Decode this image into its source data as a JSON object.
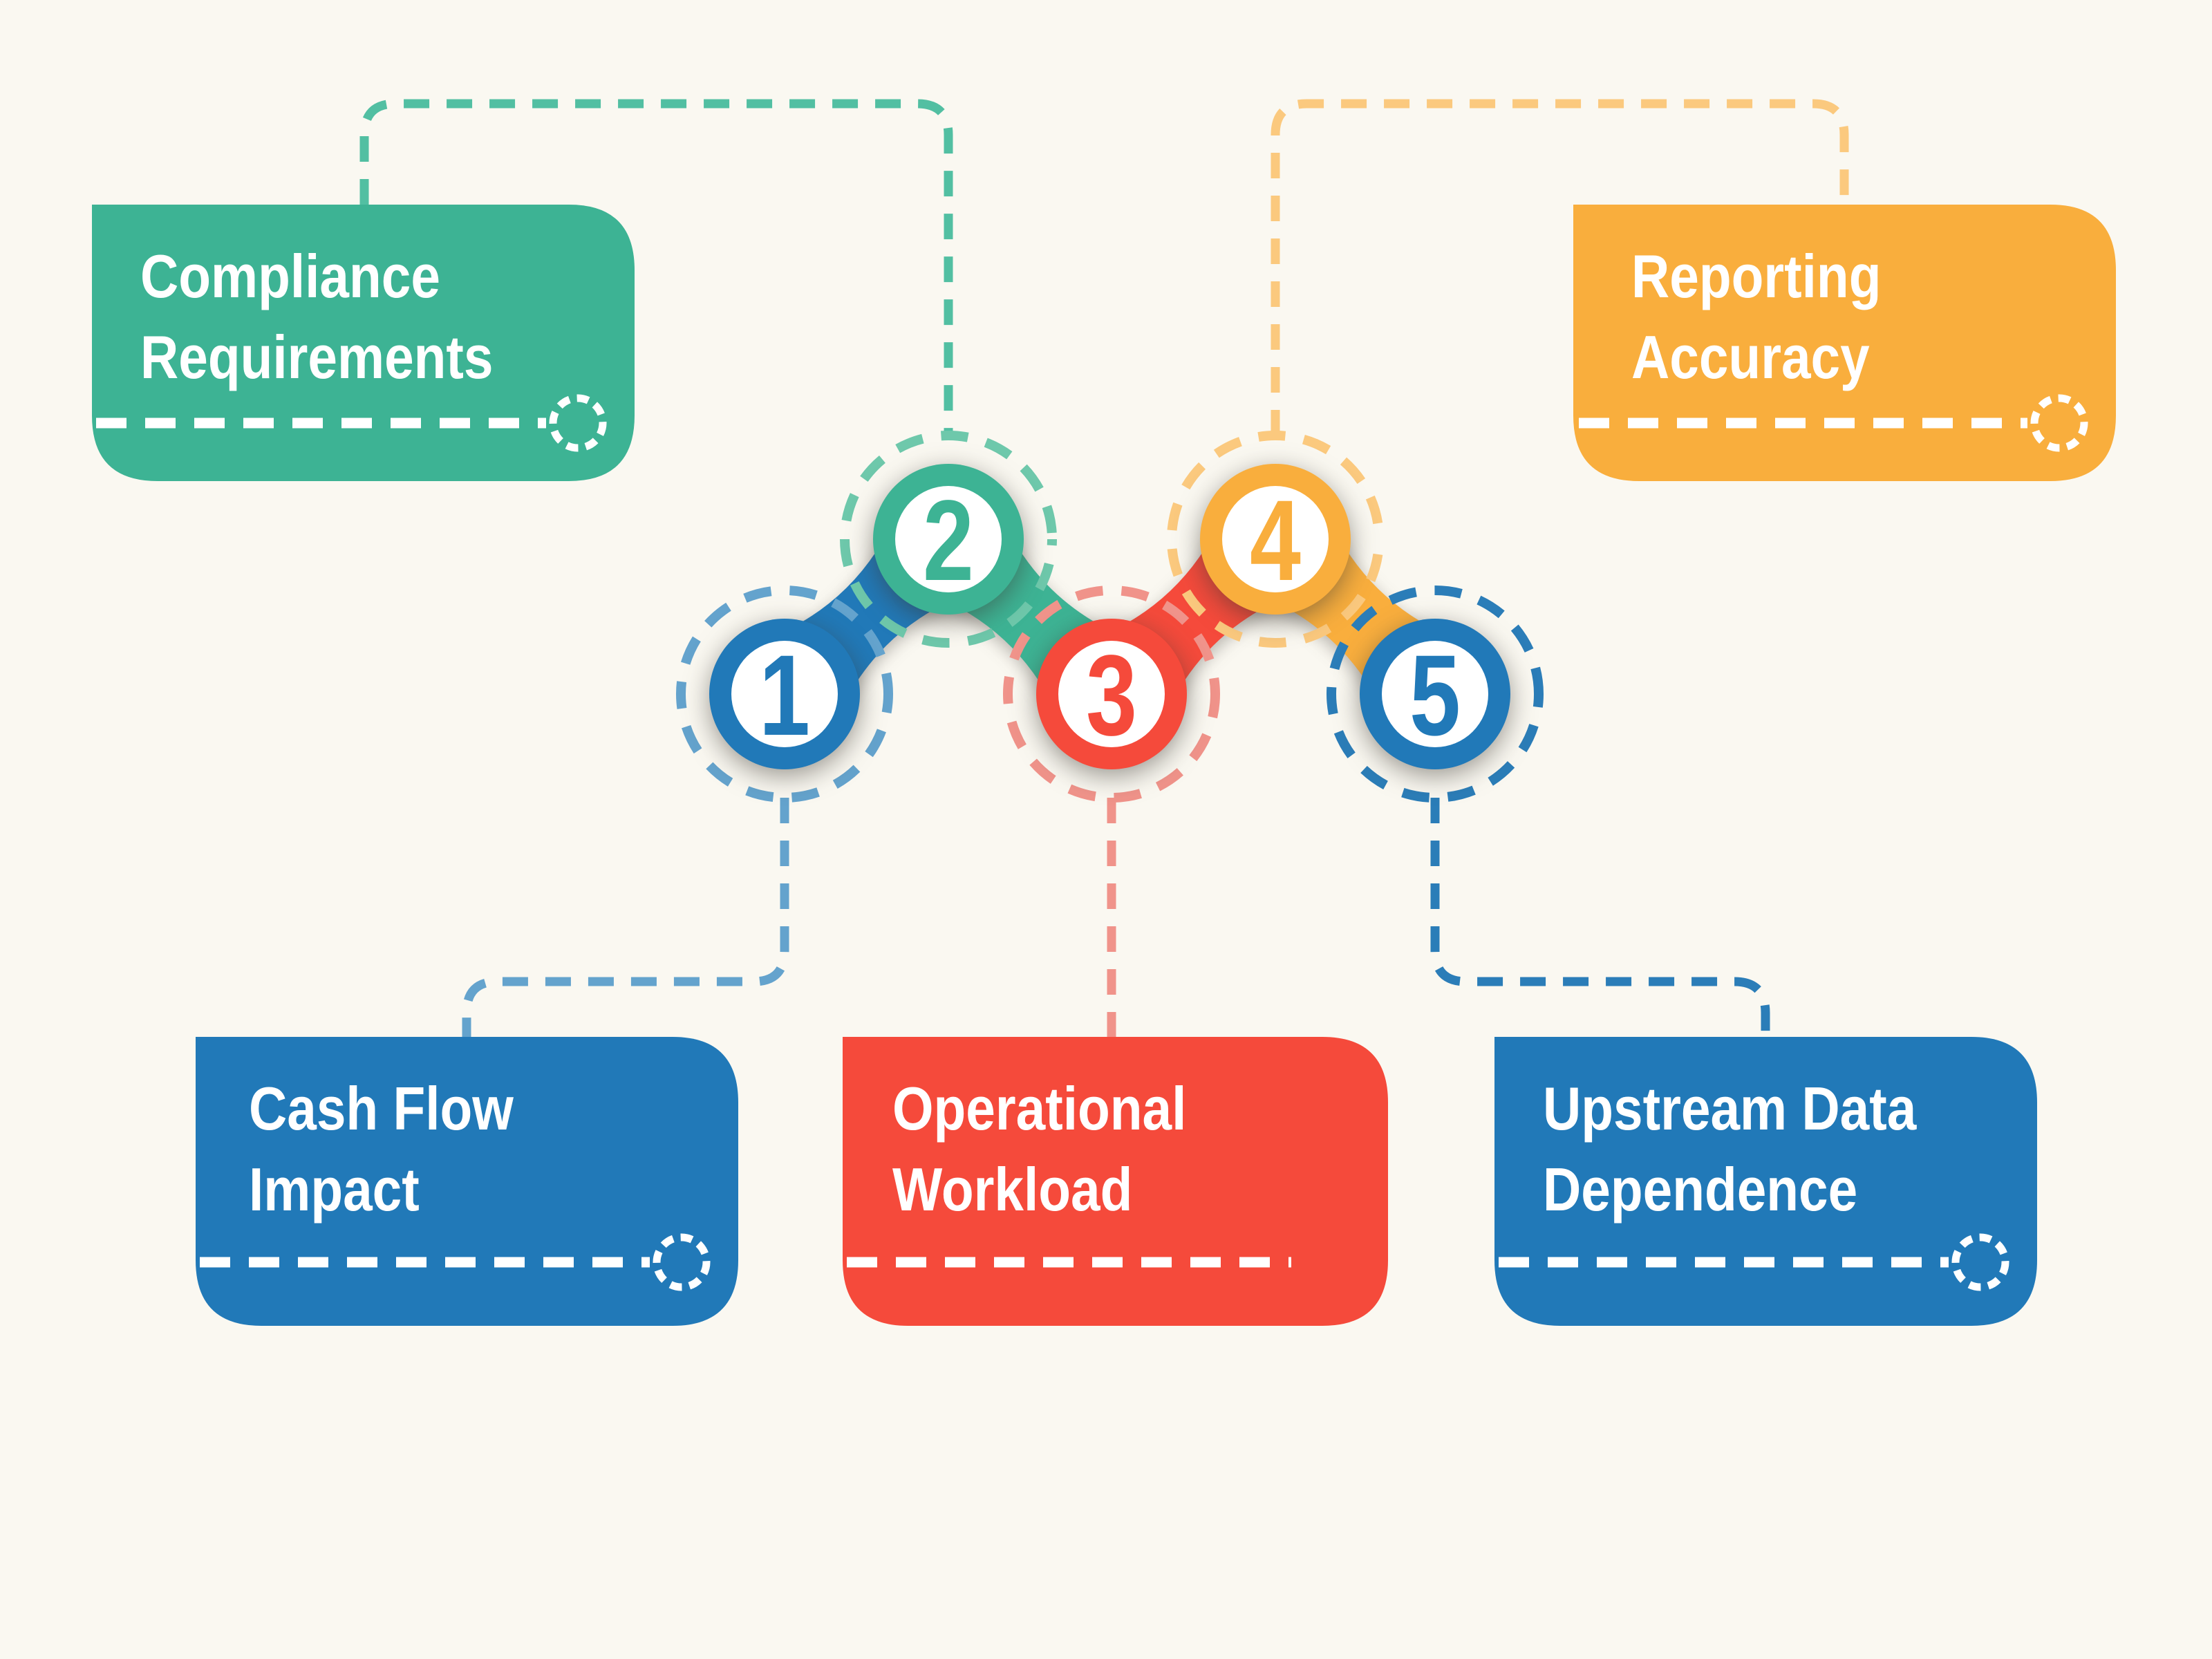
{
  "diagram": {
    "title": "five-step-process-infographic",
    "boxes": [
      {
        "id": "compliance",
        "line1": "Compliance",
        "line2": "Requirements",
        "color": "teal",
        "connected_step": "2"
      },
      {
        "id": "reporting",
        "line1": "Reporting",
        "line2": "Accuracy",
        "color": "yellow",
        "connected_step": "4"
      },
      {
        "id": "cash-flow",
        "line1": "Cash Flow",
        "line2": "Impact",
        "color": "blue",
        "connected_step": "1"
      },
      {
        "id": "operational",
        "line1": "Operational",
        "line2": "Workload",
        "color": "red",
        "connected_step": "3"
      },
      {
        "id": "upstream",
        "line1": "Upstream Data",
        "line2": "Dependence",
        "color": "blue",
        "connected_step": "5"
      }
    ],
    "steps": [
      {
        "number": "1",
        "color": "blue"
      },
      {
        "number": "2",
        "color": "teal"
      },
      {
        "number": "3",
        "color": "red"
      },
      {
        "number": "4",
        "color": "yellow"
      },
      {
        "number": "5",
        "color": "blue"
      }
    ]
  },
  "colors": {
    "bg": "#faf8f1",
    "white": "#ffffff",
    "blue": "#2179b8",
    "teal": "#3db394",
    "red": "#f54a3b",
    "yellow": "#f9ae3d",
    "blue-light": "#64a3cd",
    "teal-light": "#6ec8ab",
    "red-light": "#f0938a",
    "yellow-light": "#fbc97e",
    "blue-strong": "#2b7db8",
    "teal-connector": "#52bfa2"
  }
}
